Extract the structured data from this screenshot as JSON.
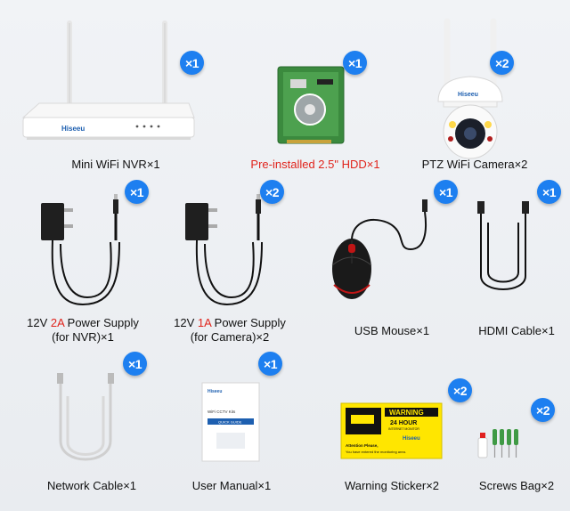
{
  "badges": {
    "nvr": "×1",
    "hdd": "×1",
    "camera": "×2",
    "ps_nvr": "×1",
    "ps_cam": "×2",
    "mouse": "×1",
    "hdmi": "×1",
    "network": "×1",
    "manual": "×1",
    "sticker": "×2",
    "screws": "×2"
  },
  "labels": {
    "nvr": "Mini WiFi NVR×1",
    "hdd": "Pre-installed 2.5\" HDD×1",
    "camera": "PTZ WiFi Camera×2",
    "ps_nvr": {
      "pre": "12V ",
      "highlight": "2A",
      "post": " Power Supply",
      "line2": "(for NVR)×1"
    },
    "ps_cam": {
      "pre": "12V ",
      "highlight": "1A",
      "post": " Power Supply",
      "line2": "(for Camera)×2"
    },
    "mouse": "USB Mouse×1",
    "hdmi": "HDMI Cable×1",
    "network": "Network Cable×1",
    "manual": "User Manual×1",
    "sticker": "Warning Sticker×2",
    "screws": "Screws Bag×2"
  },
  "brand": "Hiseeu",
  "manual_text": {
    "title": "WiFi CCTV Kits",
    "banner": "QUICK GUIDE"
  },
  "sticker_text": {
    "warning": "WARNING",
    "hours": "24 HOUR",
    "sub": "INTERNET MONITOR",
    "brand": "Hiseeu",
    "line1": "Attention Please,",
    "line2": "You have entered the monitoring area."
  },
  "colors": {
    "badge": "#1d7ff0",
    "highlight": "#e0241c",
    "sticker": "#ffe600"
  }
}
